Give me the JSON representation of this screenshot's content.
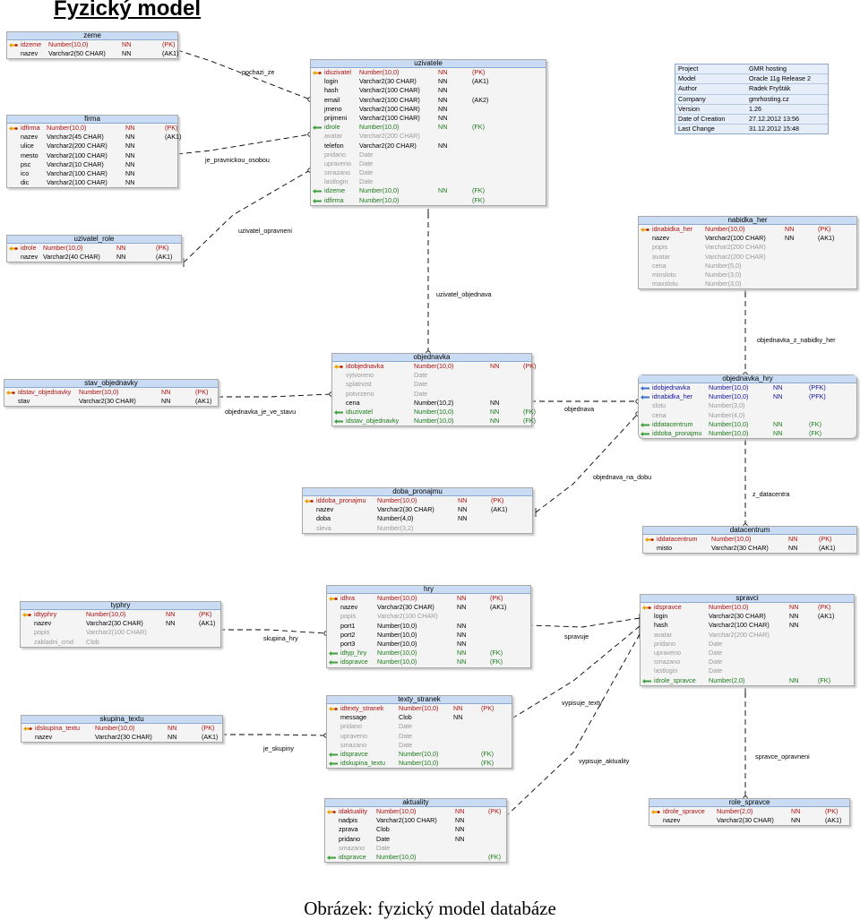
{
  "title": "Fyzický model",
  "caption": "Obrázek: fyzický model databáze",
  "info": [
    {
      "key": "Project",
      "value": "GMR hosting"
    },
    {
      "key": "Model",
      "value": "Oracle 11g Release 2"
    },
    {
      "key": "Author",
      "value": "Radek Fryšták"
    },
    {
      "key": "Company",
      "value": "gmrhosting.cz"
    },
    {
      "key": "Version",
      "value": "1.26"
    },
    {
      "key": "Date of Creation",
      "value": "27.12.2012 13:56"
    },
    {
      "key": "Last Change",
      "value": "31.12.2012 15:48"
    }
  ],
  "tables": [
    {
      "id": "zeme",
      "name": "zeme",
      "columns": [
        {
          "name": "idzeme",
          "type": "Number(10,0)",
          "nn": "NN",
          "key": "(PK)",
          "kind": "pk"
        },
        {
          "name": "nazev",
          "type": "Varchar2(50 CHAR)",
          "nn": "NN",
          "key": "(AK1)",
          "kind": "req"
        }
      ]
    },
    {
      "id": "firma",
      "name": "firma",
      "columns": [
        {
          "name": "idfirma",
          "type": "Number(10,0)",
          "nn": "NN",
          "key": "(PK)",
          "kind": "pk"
        },
        {
          "name": "nazev",
          "type": "Varchar2(45 CHAR)",
          "nn": "NN",
          "key": "(AK1)",
          "kind": "req"
        },
        {
          "name": "ulice",
          "type": "Varchar2(200 CHAR)",
          "nn": "NN",
          "key": "",
          "kind": "req"
        },
        {
          "name": "mesto",
          "type": "Varchar2(100 CHAR)",
          "nn": "NN",
          "key": "",
          "kind": "req"
        },
        {
          "name": "psc",
          "type": "Varchar2(10 CHAR)",
          "nn": "NN",
          "key": "",
          "kind": "req"
        },
        {
          "name": "ico",
          "type": "Varchar2(100 CHAR)",
          "nn": "NN",
          "key": "",
          "kind": "req"
        },
        {
          "name": "dic",
          "type": "Varchar2(100 CHAR)",
          "nn": "NN",
          "key": "",
          "kind": "req"
        }
      ]
    },
    {
      "id": "uzivatel_role",
      "name": "uzivatel_role",
      "columns": [
        {
          "name": "idrole",
          "type": "Number(10,0)",
          "nn": "NN",
          "key": "(PK)",
          "kind": "pk"
        },
        {
          "name": "nazev",
          "type": "Varchar2(40 CHAR)",
          "nn": "NN",
          "key": "(AK1)",
          "kind": "req"
        }
      ]
    },
    {
      "id": "uzivatele",
      "name": "uzivatele",
      "columns": [
        {
          "name": "iduzivatel",
          "type": "Number(10,0)",
          "nn": "NN",
          "key": "(PK)",
          "kind": "pk"
        },
        {
          "name": "login",
          "type": "Varchar2(30 CHAR)",
          "nn": "NN",
          "key": "(AK1)",
          "kind": "req"
        },
        {
          "name": "hash",
          "type": "Varchar2(100 CHAR)",
          "nn": "NN",
          "key": "",
          "kind": "req"
        },
        {
          "name": "email",
          "type": "Varchar2(100 CHAR)",
          "nn": "NN",
          "key": "(AK2)",
          "kind": "req"
        },
        {
          "name": "jmeno",
          "type": "Varchar2(100 CHAR)",
          "nn": "NN",
          "key": "",
          "kind": "req"
        },
        {
          "name": "prijmeni",
          "type": "Varchar2(100 CHAR)",
          "nn": "NN",
          "key": "",
          "kind": "req"
        },
        {
          "name": "idrole",
          "type": "Number(10,0)",
          "nn": "NN",
          "key": "(FK)",
          "kind": "fk"
        },
        {
          "name": "avatar",
          "type": "Varchar2(200 CHAR)",
          "nn": "",
          "key": "",
          "kind": "opt"
        },
        {
          "name": "telefon",
          "type": "Varchar2(20 CHAR)",
          "nn": "NN",
          "key": "",
          "kind": "req"
        },
        {
          "name": "pridano",
          "type": "Date",
          "nn": "",
          "key": "",
          "kind": "opt"
        },
        {
          "name": "upraveno",
          "type": "Date",
          "nn": "",
          "key": "",
          "kind": "opt"
        },
        {
          "name": "smazano",
          "type": "Date",
          "nn": "",
          "key": "",
          "kind": "opt"
        },
        {
          "name": "lastlogin",
          "type": "Date",
          "nn": "",
          "key": "",
          "kind": "opt"
        },
        {
          "name": "idzeme",
          "type": "Number(10,0)",
          "nn": "NN",
          "key": "(FK)",
          "kind": "fk"
        },
        {
          "name": "idfirma",
          "type": "Number(10,0)",
          "nn": "",
          "key": "(FK)",
          "kind": "fk"
        }
      ]
    },
    {
      "id": "nabidka_her",
      "name": "nabidka_her",
      "columns": [
        {
          "name": "idnabidka_her",
          "type": "Number(10,0)",
          "nn": "NN",
          "key": "(PK)",
          "kind": "pk"
        },
        {
          "name": "nazev",
          "type": "Varchar2(100 CHAR)",
          "nn": "NN",
          "key": "(AK1)",
          "kind": "req"
        },
        {
          "name": "popis",
          "type": "Varchar2(200 CHAR)",
          "nn": "",
          "key": "",
          "kind": "opt"
        },
        {
          "name": "avatar",
          "type": "Varchar2(200 CHAR)",
          "nn": "",
          "key": "",
          "kind": "opt"
        },
        {
          "name": "cena",
          "type": "Number(5,0)",
          "nn": "",
          "key": "",
          "kind": "opt"
        },
        {
          "name": "minslotu",
          "type": "Number(3,0)",
          "nn": "",
          "key": "",
          "kind": "opt"
        },
        {
          "name": "maxslotu",
          "type": "Number(3,0)",
          "nn": "",
          "key": "",
          "kind": "opt"
        }
      ]
    },
    {
      "id": "stav_objednavky",
      "name": "stav_objednavky",
      "columns": [
        {
          "name": "idstav_objednavky",
          "type": "Number(10,0)",
          "nn": "NN",
          "key": "(PK)",
          "kind": "pk"
        },
        {
          "name": "stav",
          "type": "Varchar2(30 CHAR)",
          "nn": "NN",
          "key": "(AK1)",
          "kind": "req"
        }
      ]
    },
    {
      "id": "objednavka",
      "name": "objednavka",
      "columns": [
        {
          "name": "idobjednavka",
          "type": "Number(10,0)",
          "nn": "NN",
          "key": "(PK)",
          "kind": "pk"
        },
        {
          "name": "vytvoreno",
          "type": "Date",
          "nn": "",
          "key": "",
          "kind": "opt"
        },
        {
          "name": "splatnost",
          "type": "Date",
          "nn": "",
          "key": "",
          "kind": "opt"
        },
        {
          "name": "potvrzeno",
          "type": "Date",
          "nn": "",
          "key": "",
          "kind": "opt"
        },
        {
          "name": "cena",
          "type": "Number(10,2)",
          "nn": "NN",
          "key": "",
          "kind": "req"
        },
        {
          "name": "iduzivatel",
          "type": "Number(10,0)",
          "nn": "NN",
          "key": "(FK)",
          "kind": "fk"
        },
        {
          "name": "idstav_objednavky",
          "type": "Number(10,0)",
          "nn": "NN",
          "key": "(FK)",
          "kind": "fk"
        }
      ]
    },
    {
      "id": "objednavka_hry",
      "name": "objednavka_hry",
      "columns": [
        {
          "name": "idobjednavka",
          "type": "Number(10,0)",
          "nn": "NN",
          "key": "(PFK)",
          "kind": "pfk"
        },
        {
          "name": "idnabidka_her",
          "type": "Number(10,0)",
          "nn": "NN",
          "key": "(PFK)",
          "kind": "pfk"
        },
        {
          "name": "slotu",
          "type": "Number(3,0)",
          "nn": "",
          "key": "",
          "kind": "opt"
        },
        {
          "name": "cena",
          "type": "Number(4,0)",
          "nn": "",
          "key": "",
          "kind": "opt"
        },
        {
          "name": "iddatacentrum",
          "type": "Number(10,0)",
          "nn": "NN",
          "key": "(FK)",
          "kind": "fk"
        },
        {
          "name": "iddoba_pronajmu",
          "type": "Number(10,0)",
          "nn": "NN",
          "key": "(FK)",
          "kind": "fk"
        }
      ]
    },
    {
      "id": "doba_pronajmu",
      "name": "doba_pronajmu",
      "columns": [
        {
          "name": "iddoba_pronajmu",
          "type": "Number(10,0)",
          "nn": "NN",
          "key": "(PK)",
          "kind": "pk"
        },
        {
          "name": "nazev",
          "type": "Varchar2(30 CHAR)",
          "nn": "NN",
          "key": "(AK1)",
          "kind": "req"
        },
        {
          "name": "doba",
          "type": "Number(4,0)",
          "nn": "NN",
          "key": "",
          "kind": "req"
        },
        {
          "name": "sleva",
          "type": "Number(3,2)",
          "nn": "",
          "key": "",
          "kind": "opt"
        }
      ]
    },
    {
      "id": "datacentrum",
      "name": "datacentrum",
      "columns": [
        {
          "name": "iddatacentrum",
          "type": "Number(10,0)",
          "nn": "NN",
          "key": "(PK)",
          "kind": "pk"
        },
        {
          "name": "misto",
          "type": "Varchar2(30 CHAR)",
          "nn": "NN",
          "key": "(AK1)",
          "kind": "req"
        }
      ]
    },
    {
      "id": "typhry",
      "name": "typhry",
      "columns": [
        {
          "name": "idtyphry",
          "type": "Number(10,0)",
          "nn": "NN",
          "key": "(PK)",
          "kind": "pk"
        },
        {
          "name": "nazev",
          "type": "Varchar2(30 CHAR)",
          "nn": "NN",
          "key": "(AK1)",
          "kind": "req"
        },
        {
          "name": "popis",
          "type": "Varchar2(100 CHAR)",
          "nn": "",
          "key": "",
          "kind": "opt"
        },
        {
          "name": "zakladni_cmd",
          "type": "Clob",
          "nn": "",
          "key": "",
          "kind": "opt"
        }
      ]
    },
    {
      "id": "hry",
      "name": "hry",
      "columns": [
        {
          "name": "idhra",
          "type": "Number(10,0)",
          "nn": "NN",
          "key": "(PK)",
          "kind": "pk"
        },
        {
          "name": "nazev",
          "type": "Varchar2(30 CHAR)",
          "nn": "NN",
          "key": "(AK1)",
          "kind": "req"
        },
        {
          "name": "popis",
          "type": "Varchar2(100 CHAR)",
          "nn": "",
          "key": "",
          "kind": "opt"
        },
        {
          "name": "port1",
          "type": "Number(10,0)",
          "nn": "NN",
          "key": "",
          "kind": "req"
        },
        {
          "name": "port2",
          "type": "Number(10,0)",
          "nn": "NN",
          "key": "",
          "kind": "req"
        },
        {
          "name": "port3",
          "type": "Number(10,0)",
          "nn": "NN",
          "key": "",
          "kind": "req"
        },
        {
          "name": "idtyp_hry",
          "type": "Number(10,0)",
          "nn": "NN",
          "key": "(FK)",
          "kind": "fk"
        },
        {
          "name": "idspravce",
          "type": "Number(10,0)",
          "nn": "NN",
          "key": "(FK)",
          "kind": "fk"
        }
      ]
    },
    {
      "id": "spravci",
      "name": "spravci",
      "columns": [
        {
          "name": "idspravce",
          "type": "Number(10,0)",
          "nn": "NN",
          "key": "(PK)",
          "kind": "pk"
        },
        {
          "name": "login",
          "type": "Varchar2(30 CHAR)",
          "nn": "NN",
          "key": "(AK1)",
          "kind": "req"
        },
        {
          "name": "hash",
          "type": "Varchar2(100 CHAR)",
          "nn": "NN",
          "key": "",
          "kind": "req"
        },
        {
          "name": "avatar",
          "type": "Varchar2(200 CHAR)",
          "nn": "",
          "key": "",
          "kind": "opt"
        },
        {
          "name": "pridano",
          "type": "Date",
          "nn": "",
          "key": "",
          "kind": "opt"
        },
        {
          "name": "upraveno",
          "type": "Date",
          "nn": "",
          "key": "",
          "kind": "opt"
        },
        {
          "name": "smazano",
          "type": "Date",
          "nn": "",
          "key": "",
          "kind": "opt"
        },
        {
          "name": "lastlogin",
          "type": "Date",
          "nn": "",
          "key": "",
          "kind": "opt"
        },
        {
          "name": "idrole_spravce",
          "type": "Number(2,0)",
          "nn": "NN",
          "key": "(FK)",
          "kind": "fk"
        }
      ]
    },
    {
      "id": "skupina_textu",
      "name": "skupina_textu",
      "columns": [
        {
          "name": "idskupina_textu",
          "type": "Number(10,0)",
          "nn": "NN",
          "key": "(PK)",
          "kind": "pk"
        },
        {
          "name": "nazev",
          "type": "Varchar2(30 CHAR)",
          "nn": "NN",
          "key": "(AK1)",
          "kind": "req"
        }
      ]
    },
    {
      "id": "texty_stranek",
      "name": "texty_stranek",
      "columns": [
        {
          "name": "idtexty_stranek",
          "type": "Number(10,0)",
          "nn": "NN",
          "key": "(PK)",
          "kind": "pk"
        },
        {
          "name": "message",
          "type": "Clob",
          "nn": "NN",
          "key": "",
          "kind": "req"
        },
        {
          "name": "pridano",
          "type": "Date",
          "nn": "",
          "key": "",
          "kind": "opt"
        },
        {
          "name": "upraveno",
          "type": "Date",
          "nn": "",
          "key": "",
          "kind": "opt"
        },
        {
          "name": "smazano",
          "type": "Date",
          "nn": "",
          "key": "",
          "kind": "opt"
        },
        {
          "name": "idspravce",
          "type": "Number(10,0)",
          "nn": "",
          "key": "(FK)",
          "kind": "fk"
        },
        {
          "name": "idskupina_textu",
          "type": "Number(10,0)",
          "nn": "",
          "key": "(FK)",
          "kind": "fk"
        }
      ]
    },
    {
      "id": "aktuality",
      "name": "aktuality",
      "columns": [
        {
          "name": "idaktuality",
          "type": "Number(10,0)",
          "nn": "NN",
          "key": "(PK)",
          "kind": "pk"
        },
        {
          "name": "nadpis",
          "type": "Varchar2(100 CHAR)",
          "nn": "NN",
          "key": "",
          "kind": "req"
        },
        {
          "name": "zprava",
          "type": "Clob",
          "nn": "NN",
          "key": "",
          "kind": "req"
        },
        {
          "name": "pridano",
          "type": "Date",
          "nn": "NN",
          "key": "",
          "kind": "req"
        },
        {
          "name": "smazano",
          "type": "Date",
          "nn": "",
          "key": "",
          "kind": "opt"
        },
        {
          "name": "idspravce",
          "type": "Number(10,0)",
          "nn": "",
          "key": "(FK)",
          "kind": "fk"
        }
      ]
    },
    {
      "id": "role_spravce",
      "name": "role_spravce",
      "columns": [
        {
          "name": "idrole_spravce",
          "type": "Number(2,0)",
          "nn": "NN",
          "key": "(PK)",
          "kind": "pk"
        },
        {
          "name": "nazev",
          "type": "Varchar2(30 CHAR)",
          "nn": "NN",
          "key": "(AK1)",
          "kind": "req"
        }
      ]
    }
  ],
  "relationships": [
    {
      "id": "pochazi_ze",
      "label": "pochazi_ze"
    },
    {
      "id": "je_pravnickou_osobou",
      "label": "je_pravnickou_osobou"
    },
    {
      "id": "uzivatel_opravneni",
      "label": "uzivatel_opravneni"
    },
    {
      "id": "uzivatel_objednava",
      "label": "uzivatel_objednava"
    },
    {
      "id": "objednavka_z_nabidky_her",
      "label": "objednavka_z_nabidky_her"
    },
    {
      "id": "objednavka_je_ve_stavu",
      "label": "objednavka_je_ve_stavu"
    },
    {
      "id": "objednava",
      "label": "objednava"
    },
    {
      "id": "objednava_na_dobu",
      "label": "objednava_na_dobu"
    },
    {
      "id": "z_datacentra",
      "label": "z_datacentra"
    },
    {
      "id": "skupina_hry",
      "label": "skupina_hry"
    },
    {
      "id": "spravuje",
      "label": "spravuje"
    },
    {
      "id": "vypisuje_texty",
      "label": "vypisuje_texty"
    },
    {
      "id": "vypisuje_aktuality",
      "label": "vypisuje_aktuality"
    },
    {
      "id": "spravce_opravneni",
      "label": "spravce_opravneni"
    },
    {
      "id": "je_skupiny",
      "label": "je_skupiny"
    }
  ]
}
